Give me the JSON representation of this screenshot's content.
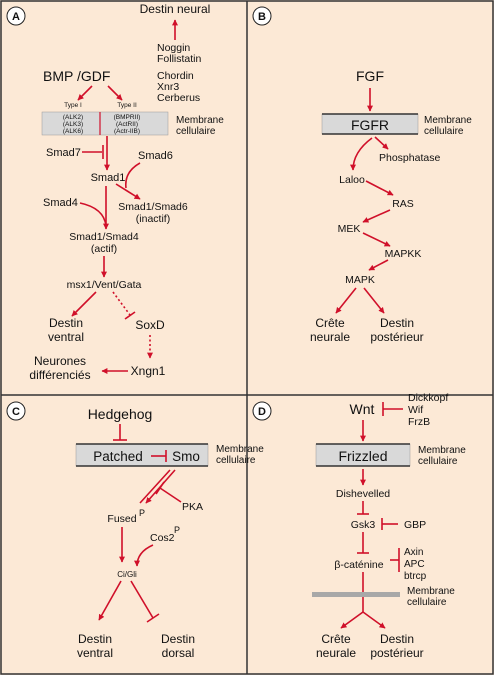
{
  "colors": {
    "background": "#fce9d6",
    "arrow": "#d0102a",
    "membrane": "#d9d9d9",
    "frame": "#333333"
  },
  "panel_a": {
    "letter": "A",
    "destin_neural": "Destin neural",
    "inhibitors": [
      "Noggin",
      "Follistatin",
      "Chordin",
      "Xnr3",
      "Cerberus"
    ],
    "ligands": "BMP /GDF",
    "type1": "Type I",
    "type2": "Type II",
    "receptors_left": [
      "(ALK2)",
      "(ALK3)",
      "(ALK6)"
    ],
    "receptors_right": [
      "(BMPRII)",
      "(ActRII)",
      "(Actr-IIB)"
    ],
    "membrane": [
      "Membrane",
      "cellulaire"
    ],
    "smad7": "Smad7",
    "smad6": "Smad6",
    "smad1": "Smad1",
    "smad4": "Smad4",
    "smad1_smad6": [
      "Smad1/Smad6",
      "(inactif)"
    ],
    "smad1_smad4": [
      "Smad1/Smad4",
      "(actif)"
    ],
    "targets": "msx1/Vent/Gata",
    "destin_ventral": [
      "Destin",
      "ventral"
    ],
    "soxd": "SoxD",
    "neurones": [
      "Neurones",
      "différenciés"
    ],
    "xngn1": "Xngn1"
  },
  "panel_b": {
    "letter": "B",
    "fgf": "FGF",
    "fgfr": "FGFR",
    "membrane": [
      "Membrane",
      "cellulaire"
    ],
    "phosphatase": "Phosphatase",
    "laloo": "Laloo",
    "ras": "RAS",
    "mek": "MEK",
    "mapkk": "MAPKK",
    "mapk": "MAPK",
    "crete": [
      "Crête",
      "neurale"
    ],
    "posterieur": [
      "Destin",
      "postérieur"
    ]
  },
  "panel_c": {
    "letter": "C",
    "hedgehog": "Hedgehog",
    "patched": "Patched",
    "smo": "Smo",
    "membrane": [
      "Membrane",
      "cellulaire"
    ],
    "pka": "PKA",
    "fused": "Fused",
    "p": "P",
    "cos2": "Cos2",
    "cigli": "Ci/Gli",
    "destin_ventral": [
      "Destin",
      "ventral"
    ],
    "destin_dorsal": [
      "Destin",
      "dorsal"
    ]
  },
  "panel_d": {
    "letter": "D",
    "wnt": "Wnt",
    "inhibitors": [
      "Dickkopf",
      "Wif",
      "FrzB"
    ],
    "frizzled": "Frizzled",
    "membrane": [
      "Membrane",
      "cellulaire"
    ],
    "dishevelled": "Dishevelled",
    "gsk3": "Gsk3",
    "gbp": "GBP",
    "beta_catenine": "β-caténine",
    "complex": [
      "Axin",
      "APC",
      "btrcp"
    ],
    "membrane2": [
      "Membrane",
      "cellulaire"
    ],
    "crete": [
      "Crête",
      "neurale"
    ],
    "posterieur": [
      "Destin",
      "postérieur"
    ]
  }
}
